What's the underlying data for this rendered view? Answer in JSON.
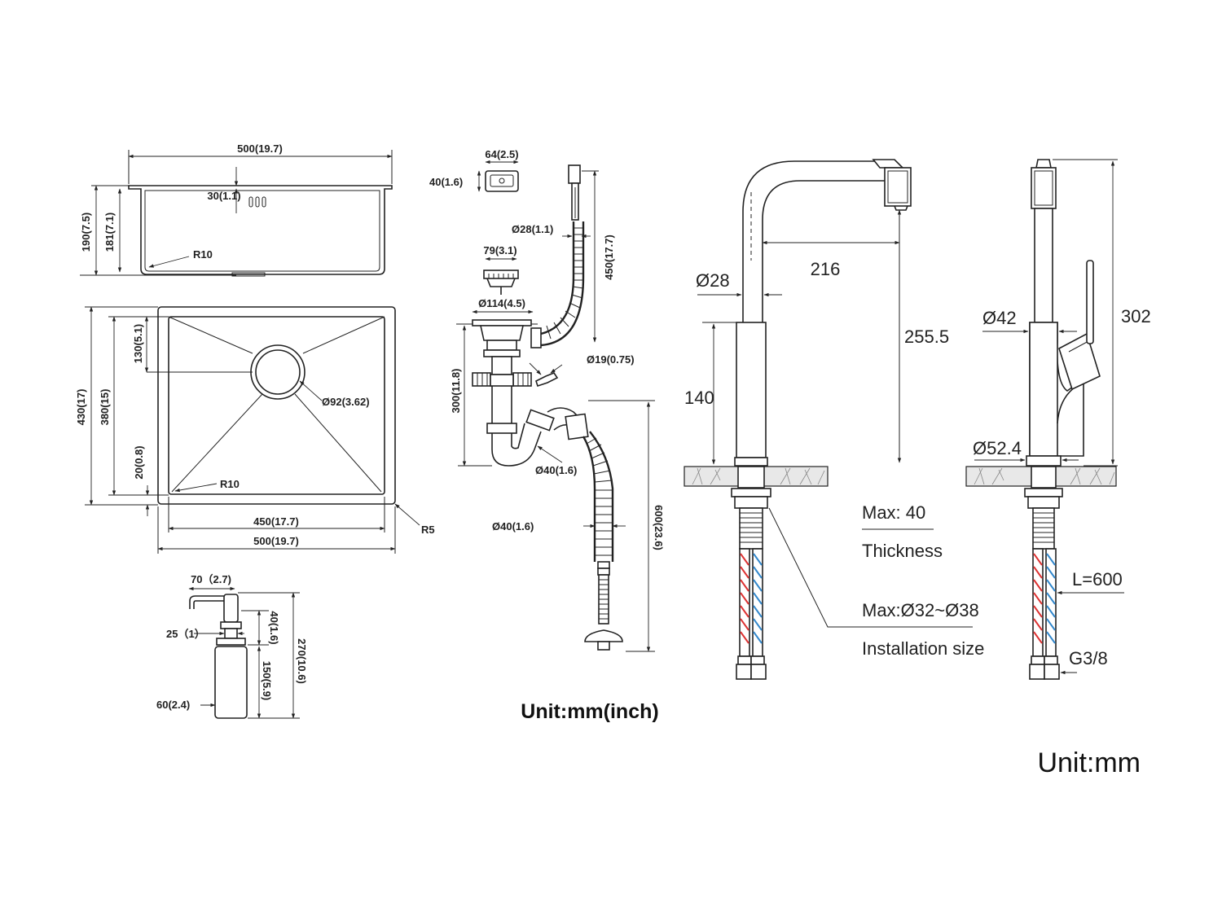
{
  "sink_side": {
    "width_top": "500(19.7)",
    "flange": "30(1.1)",
    "height_outer": "190(7.5)",
    "height_inner": "181(7.1)",
    "radius": "R10"
  },
  "sink_top": {
    "depth_outer": "430(17)",
    "depth_inner": "380(15)",
    "drain_offset": "130(5.1)",
    "drain_dia": "Ø92(3.62)",
    "edge_offset": "20(0.8)",
    "radius_inner": "R10",
    "radius_outer": "R5",
    "width_inner": "450(17.7)",
    "width_outer": "500(19.7)"
  },
  "dispenser": {
    "top_width": "70（2.7)",
    "neck": "25（1）",
    "pump_height": "40(1.6)",
    "bottle_height": "150(5.9)",
    "total_height": "270(10.6)",
    "bottle_dia": "60(2.4)"
  },
  "drain": {
    "overflow_w": "64(2.5)",
    "overflow_h": "40(1.6)",
    "hose_dia": "Ø28(1.1)",
    "hose_len": "450(17.7)",
    "basket": "79(3.1)",
    "strainer_dia": "Ø114(4.5)",
    "branch_dia": "Ø19(0.75)",
    "trap_height": "300(11.8)",
    "pipe_dia": "Ø40(1.6)",
    "outlet_dia": "Ø40(1.6)",
    "outlet_len": "600(23.6)"
  },
  "unit_inch": "Unit:mm(inch)",
  "faucet_front": {
    "spout_reach": "216",
    "pipe_dia": "Ø28",
    "height": "255.5",
    "body_height": "140",
    "max_thickness": "Max: 40",
    "thickness_label": "Thickness",
    "max_hole": "Max:Ø32~Ø38",
    "install_label": "Installation size"
  },
  "faucet_side": {
    "body_dia": "Ø42",
    "total_height": "302",
    "base_dia": "Ø52.4",
    "hose_len": "L=600",
    "thread": "G3/8"
  },
  "unit_mm": "Unit:mm"
}
